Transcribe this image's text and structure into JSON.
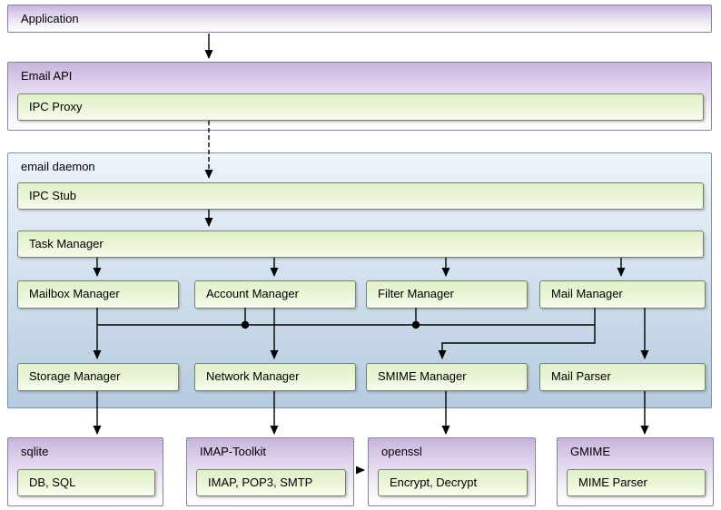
{
  "application": {
    "label": "Application"
  },
  "email_api": {
    "label": "Email API",
    "ipc_proxy_label": "IPC Proxy"
  },
  "email_daemon": {
    "label": "email daemon",
    "ipc_stub_label": "IPC Stub",
    "task_manager_label": "Task Manager",
    "managers": [
      "Mailbox Manager",
      "Account Manager",
      "Filter Manager",
      "Mail Manager"
    ],
    "services": [
      "Storage Manager",
      "Network Manager",
      "SMIME Manager",
      "Mail Parser"
    ]
  },
  "libraries": [
    {
      "label": "sqlite",
      "component": "DB, SQL"
    },
    {
      "label": "IMAP-Toolkit",
      "component": "IMAP, POP3, SMTP"
    },
    {
      "label": "openssl",
      "component": "Encrypt, Decrypt"
    },
    {
      "label": "GMIME",
      "component": "MIME Parser"
    }
  ],
  "colors": {
    "module_box_top": "#c9b4dc",
    "daemon_box_bottom": "#b5cbdf",
    "component_bar": "#e1f0c8",
    "connector": "#000000"
  }
}
